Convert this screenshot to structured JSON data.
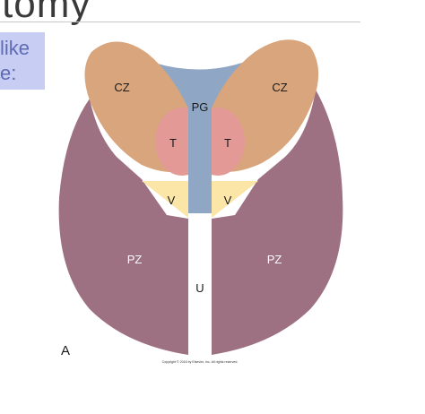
{
  "slide": {
    "title_fragment": "tomy",
    "bullet_lines": [
      "like",
      "e:"
    ]
  },
  "diagram": {
    "zones": {
      "cz_left": "CZ",
      "cz_right": "CZ",
      "pg": "PG",
      "t_left": "T",
      "t_right": "T",
      "v_left": "V",
      "v_right": "V",
      "pz_left": "PZ",
      "pz_right": "PZ",
      "u": "U"
    },
    "panel_label": "A",
    "copyright": "Copyright © 2016 by Elsevier, Inc. All rights reserved.",
    "colors": {
      "peripheral_zone": "#9d7082",
      "central_zone": "#d9a57c",
      "periurethral_gland": "#8fa6c4",
      "transition_zone": "#e39a96",
      "verumontanum": "#fbe6a8",
      "urethra": "#ffffff"
    }
  }
}
